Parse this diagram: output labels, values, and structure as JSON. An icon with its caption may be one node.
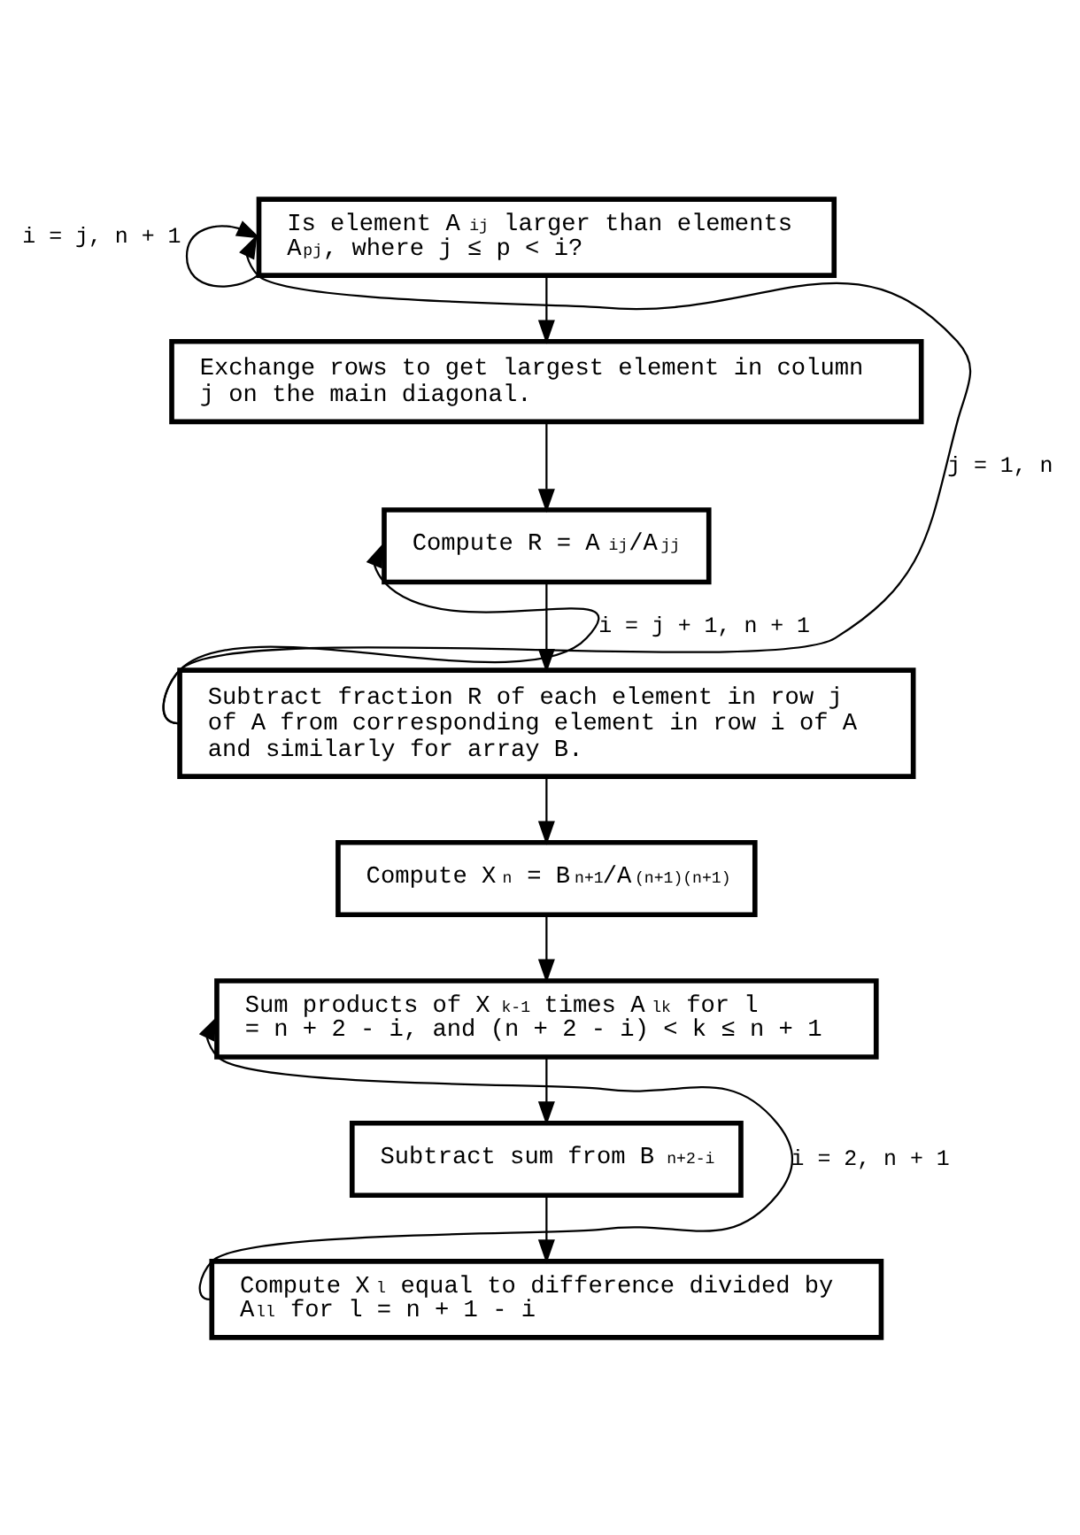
{
  "diagram": {
    "nodes": [
      {
        "text": [
          "Is element A$_{ij}$ larger than elements A$_{pj}$, where j ≤ p < i?"
        ]
      },
      {
        "text": [
          "Exchange rows to get largest element in column j on the main diagonal."
        ]
      },
      {
        "text": [
          "Compute R = A$_{ij}$/A$_{jj}$"
        ]
      },
      {
        "text": [
          "Subtract fraction R of each element in row j of A from corresponding element in row i of A and similarly for array B."
        ]
      },
      {
        "text": [
          "Compute X$_{n}$ = B$_{n+1}$/A$_{(n+1)(n+1)}$"
        ]
      },
      {
        "text": [
          "Sum products of X$_{k-1}$ times A$_{lk}$ for l = n + 2 - i, and (n + 2 - i) < k ≤ n + 1"
        ]
      },
      {
        "text": [
          "Subtract sum from B$_{n+2-i}$"
        ]
      },
      {
        "text": [
          "Compute X$_{l}$ equal to difference divided by A$_{ll}$ for l = n + 1 - i"
        ]
      }
    ],
    "edges": [
      {
        "from": 0,
        "to": 1,
        "arrow": "to"
      },
      {
        "from": 0,
        "to": 0,
        "arrow": "to",
        "label": "i = j, n + 1"
      },
      {
        "from": 1,
        "to": 2,
        "arrow": "to"
      },
      {
        "from": 2,
        "to": 3,
        "arrow": "to"
      },
      {
        "from": 3,
        "to": 2,
        "arrow": "to",
        "label": "i = j + 1, n + 1"
      },
      {
        "from": 3,
        "to": 0,
        "arrow": "to",
        "label": "j = 1, n"
      },
      {
        "from": 3,
        "to": 4,
        "arrow": "to"
      },
      {
        "from": 4,
        "to": 5,
        "arrow": "to"
      },
      {
        "from": 5,
        "to": 6,
        "arrow": "to"
      },
      {
        "from": 6,
        "to": 7,
        "arrow": "to"
      },
      {
        "from": 7,
        "to": 5,
        "arrow": "to",
        "label": "i = 2, n + 1"
      }
    ]
  }
}
